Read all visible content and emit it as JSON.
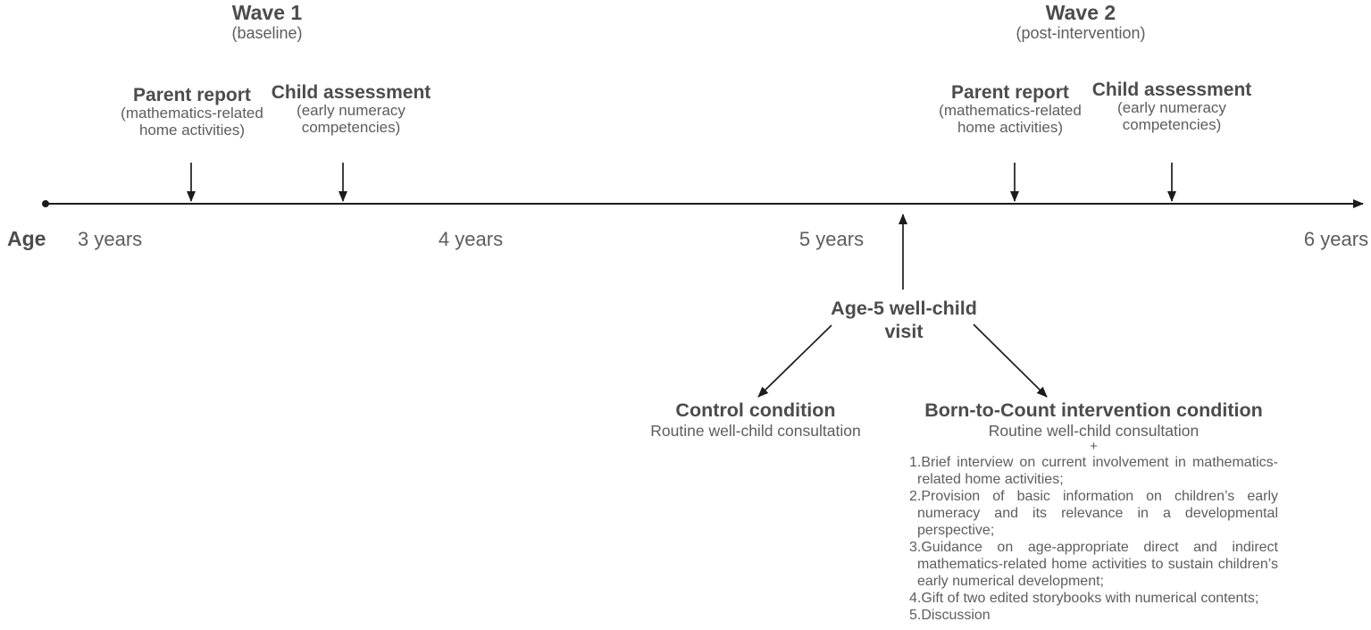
{
  "figure": {
    "waves": [
      {
        "title": "Wave 1",
        "subtitle": "(baseline)"
      },
      {
        "title": "Wave 2",
        "subtitle": "(post-intervention)"
      }
    ],
    "assessments": [
      {
        "title": "Parent report",
        "detail1": "(mathematics-related",
        "detail2": "home activities)"
      },
      {
        "title": "Child assessment",
        "detail1": "(early numeracy",
        "detail2": "competencies)"
      },
      {
        "title": "Parent report",
        "detail1": "(mathematics-related",
        "detail2": "home activities)"
      },
      {
        "title": "Child assessment",
        "detail1": "(early numeracy",
        "detail2": "competencies)"
      }
    ],
    "timeline": {
      "axis_label": "Age",
      "ticks": [
        "3 years",
        "4 years",
        "5 years",
        "6 years"
      ]
    },
    "visit": {
      "line1": "Age-5 well-child",
      "line2": "visit"
    },
    "conditions": {
      "control": {
        "title": "Control condition",
        "subtitle": "Routine well-child consultation"
      },
      "intervention": {
        "title": "Born-to-Count intervention condition",
        "subtitle": "Routine well-child consultation",
        "plus": "+",
        "items": [
          "1.Brief interview on current involvement in mathematics-related home activities;",
          "2.Provision of basic information on children’s early numeracy and its relevance in a developmental perspective;",
          "3.Guidance on age-appropriate direct and indirect mathematics-related home activities to sustain children’s early numerical development;",
          "4.Gift of two edited storybooks with numerical contents;",
          "5.Discussion"
        ]
      }
    },
    "colors": {
      "heading": "#4c4c4c",
      "body": "#5d5d5d",
      "line": "#1c1c1c"
    }
  }
}
